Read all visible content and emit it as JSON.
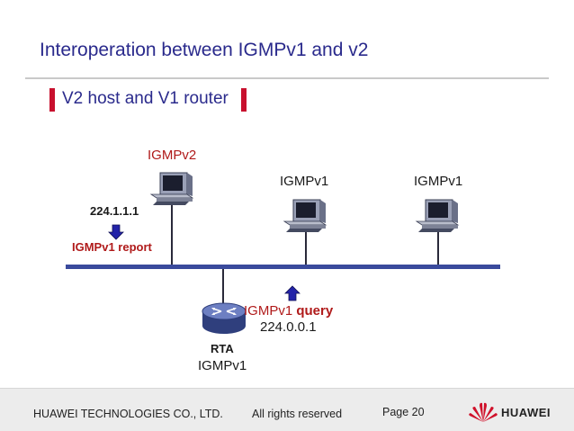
{
  "slide": {
    "title": "Interoperation between IGMPv1 and v2",
    "subtitle": "V2 host and V1 router"
  },
  "diagram": {
    "hosts": [
      {
        "label": "IGMPv2"
      },
      {
        "label": "IGMPv1"
      },
      {
        "label": "IGMPv1"
      }
    ],
    "report_address": "224.1.1.1",
    "report_label": "IGMPv1 report",
    "query_label_prefix": "IGMPv1",
    "query_label_bold": "query",
    "query_address": "224.0.0.1",
    "router_name": "RTA",
    "router_version": "IGMPv1",
    "colors": {
      "bus": "#3a4a9c",
      "arrow": "#2323a8",
      "accent": "#c8102e",
      "text_red": "#b01a1a"
    }
  },
  "footer": {
    "company": "HUAWEI TECHNOLOGIES CO., LTD.",
    "rights": "All rights reserved",
    "page": "Page 20",
    "logo_text": "HUAWEI"
  }
}
